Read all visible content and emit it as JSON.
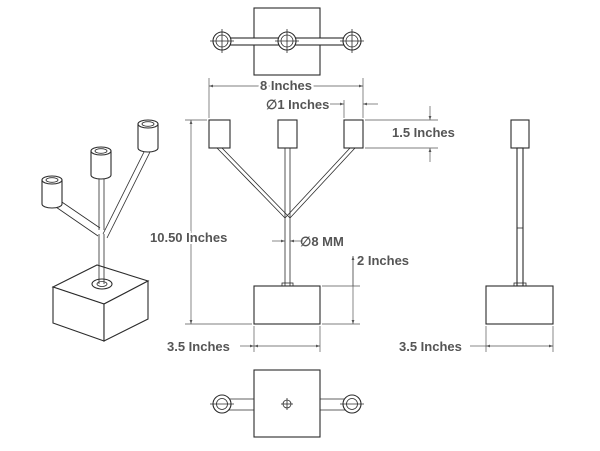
{
  "drawing": {
    "labels": {
      "width": "8 Inches",
      "cup_diameter": "∅1 Inches",
      "cup_height": "1.5 Inches",
      "total_height": "10.50 Inches",
      "rod_diameter": "∅8 MM",
      "base_height": "2 Inches",
      "base_width_front": "3.5 Inches",
      "base_width_side": "3.5 Inches"
    },
    "colors": {
      "line": "#2b2b2b",
      "dimension": "#555555",
      "background": "#ffffff"
    }
  }
}
